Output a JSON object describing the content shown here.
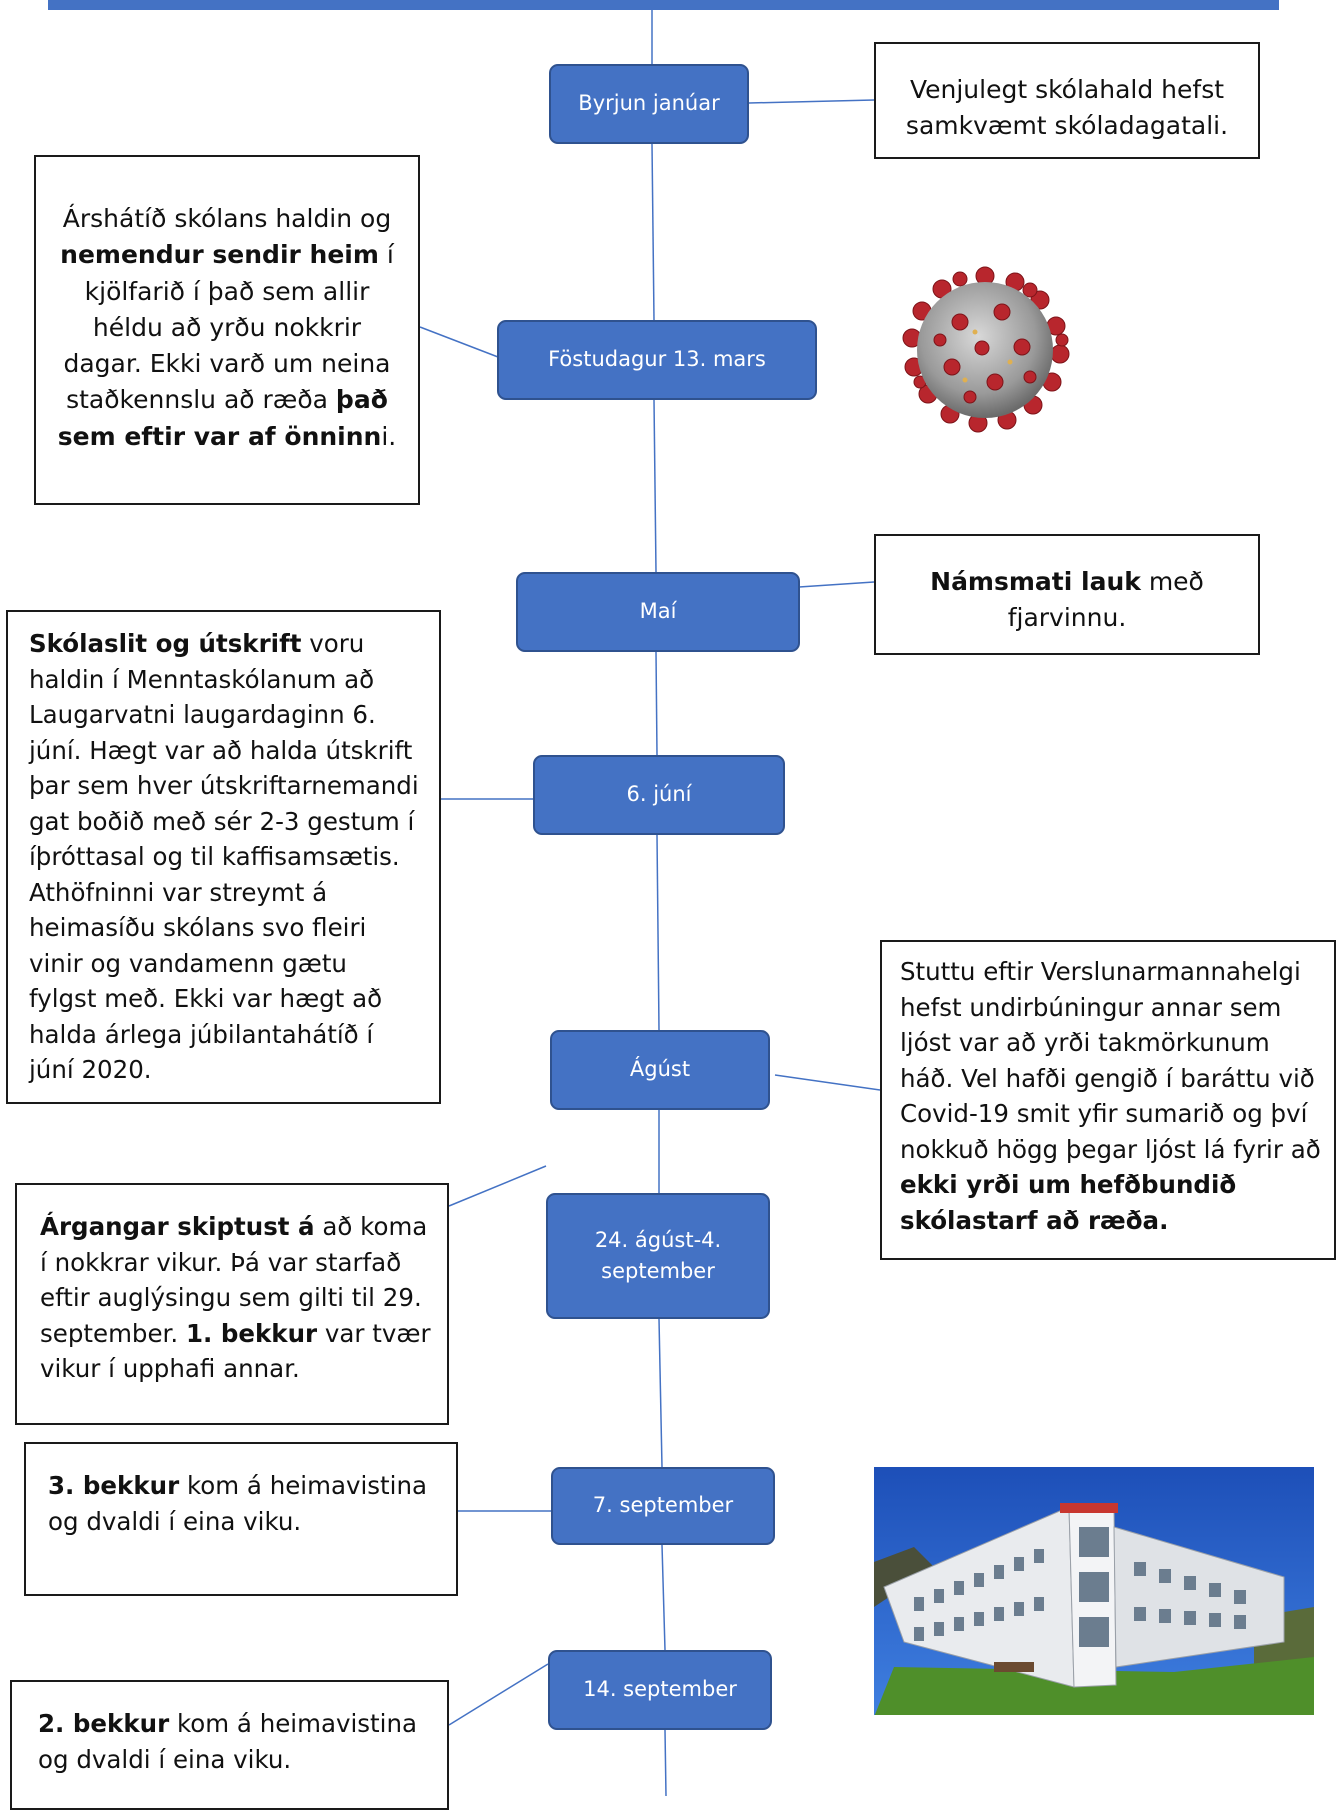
{
  "timeline": {
    "nodes": [
      {
        "label": "Byrjun janúar"
      },
      {
        "label": "Föstudagur 13. mars"
      },
      {
        "label": "Maí"
      },
      {
        "label": "6. júní"
      },
      {
        "label": "Ágúst"
      },
      {
        "label": "24. ágúst-4. september"
      },
      {
        "label": "7. september"
      },
      {
        "label": "14. september"
      }
    ]
  },
  "notes": {
    "jan": {
      "text": "Venjulegt skólahald hefst samkvæmt skóladagatali."
    },
    "mars": {
      "p1": "Árshátíð skólans haldin og ",
      "b1": "nemendur sendir heim",
      "p2": " í kjölfarið í það sem allir héldu að yrðu nokkrir dagar. Ekki varð um neina staðkennslu að ræða ",
      "b2": "það sem eftir var af önninn",
      "p3": "i."
    },
    "mai": {
      "b1": "Námsmati lauk",
      "p1": " með fjarvinnu."
    },
    "juni": {
      "b1": "Skólaslit og útskrift",
      "p1": " voru haldin í Menntaskólanum að Laugarvatni laugardaginn 6. júní. Hægt var að halda útskrift þar sem hver útskriftarnemandi gat boðið með sér 2-3 gestum í íþróttasal og til kaffisamsætis. Athöfninni var streymt á heimasíðu skólans svo fleiri vinir og vandamenn gætu fylgst með. Ekki var hægt að halda árlega júbilantahátíð í júní 2020."
    },
    "agust": {
      "p1": "Stuttu eftir Verslunarmannahelgi hefst undirbúningur annar sem ljóst var að yrði takmörkunum háð. Vel hafði gengið í baráttu við Covid-19 smit yfir sumarið og því nokkuð högg þegar ljóst lá fyrir að ",
      "b1": "ekki yrði um hefðbundið skólastarf að ræða."
    },
    "sept4": {
      "b1": "Árgangar skiptust á",
      "p1": " að koma í nokkrar vikur. Þá var starfað eftir auglýsingu sem gilti til 29. september. ",
      "b2": "1. bekkur",
      "p2": " var tvær vikur í upphafi annar."
    },
    "sept7": {
      "b1": "3. bekkur",
      "p1": " kom á heimavistina og dvaldi í eina viku."
    },
    "sept14": {
      "b1": "2. bekkur",
      "p1": " kom á heimavistina og dvaldi í eina viku."
    }
  },
  "images": {
    "virus": "coronavirus-illustration",
    "building": "school-building-photo"
  },
  "colors": {
    "node_fill": "#4472c4",
    "node_border": "#2f528f",
    "line": "#4472c4",
    "note_border": "#1a1a1a"
  }
}
